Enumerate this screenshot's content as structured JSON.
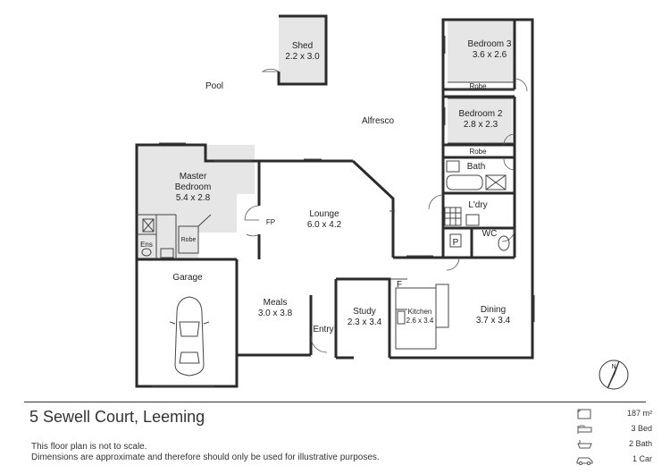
{
  "rooms": {
    "shed": {
      "name": "Shed",
      "dims": "2.2 x 3.0"
    },
    "pool": {
      "name": "Pool"
    },
    "alfresco": {
      "name": "Alfresco"
    },
    "bedroom3": {
      "name": "Bedroom 3",
      "dims": "3.6 x 2.6"
    },
    "robe_b3": {
      "name": "Robe"
    },
    "bedroom2": {
      "name": "Bedroom 2",
      "dims": "2.8 x 2.3"
    },
    "robe_b2": {
      "name": "Robe"
    },
    "bath": {
      "name": "Bath"
    },
    "laundry": {
      "name": "L'dry"
    },
    "wc": {
      "name": "WC"
    },
    "pantry": {
      "name": "P"
    },
    "master": {
      "name_line1": "Master",
      "name_line2": "Bedroom",
      "dims": "5.4 x 2.8"
    },
    "fireplace": {
      "name": "FP"
    },
    "lounge": {
      "name": "Lounge",
      "dims": "6.0 x 4.2"
    },
    "ensuite": {
      "name": "Ens"
    },
    "robe_master": {
      "name": "Robe"
    },
    "garage": {
      "name": "Garage"
    },
    "meals": {
      "name": "Meals",
      "dims": "3.0 x 3.8"
    },
    "study": {
      "name": "Study",
      "dims": "2.3 x 3.4"
    },
    "kitchen": {
      "name": "Kitchen",
      "dims": "2.6 x 3.4"
    },
    "fridge": {
      "name": "F"
    },
    "dining": {
      "name": "Dining",
      "dims": "3.7 x 3.4"
    },
    "entry": {
      "name": "Entry"
    }
  },
  "compass": {
    "label": "N"
  },
  "address": "5 Sewell Court, Leeming",
  "disclaimer": {
    "line1": "This floor plan is not to scale.",
    "line2": "Dimensions are approximate and therefore should only be used for illustrative purposes."
  },
  "stats": [
    {
      "icon": "area-icon",
      "text": "187 m²"
    },
    {
      "icon": "bed-icon",
      "text": "3 Bed"
    },
    {
      "icon": "bath-icon",
      "text": "2 Bath"
    },
    {
      "icon": "car-icon",
      "text": "1 Car"
    }
  ],
  "colors": {
    "wall": "#2b2b2b",
    "shaded": "#e6e6e6",
    "line": "#777777"
  }
}
